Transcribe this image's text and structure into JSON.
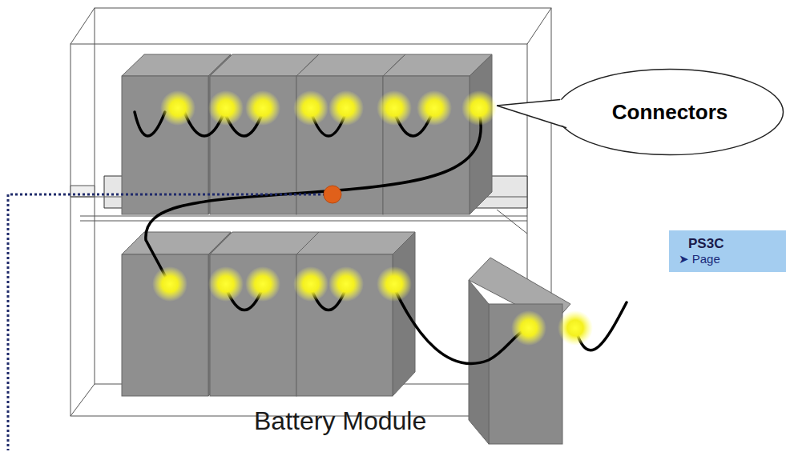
{
  "diagram": {
    "nodes": [
      {
        "text": [
          "Connectors"
        ]
      },
      {
        "text": [
          "PS3C",
          "➤ Page"
        ]
      }
    ],
    "labels": [
      "Battery Module"
    ]
  }
}
